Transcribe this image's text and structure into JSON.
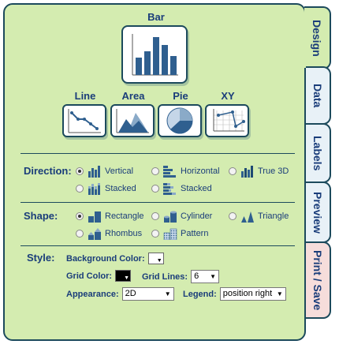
{
  "chart_types": {
    "bar": "Bar",
    "line": "Line",
    "area": "Area",
    "pie": "Pie",
    "xy": "XY"
  },
  "direction": {
    "label": "Direction:",
    "options": [
      "Vertical",
      "Horizontal",
      "True 3D",
      "Stacked",
      "Stacked"
    ],
    "selected": "Vertical"
  },
  "shape": {
    "label": "Shape:",
    "options": [
      "Rectangle",
      "Cylinder",
      "Triangle",
      "Rhombus",
      "Pattern"
    ],
    "selected": "Rectangle"
  },
  "style": {
    "label": "Style:",
    "background_color_label": "Background Color:",
    "background_color": "#ffffff",
    "grid_color_label": "Grid Color:",
    "grid_color": "#000000",
    "grid_lines_label": "Grid Lines:",
    "grid_lines_value": "6",
    "appearance_label": "Appearance:",
    "appearance_value": "2D",
    "legend_label": "Legend:",
    "legend_value": "position right"
  },
  "tabs": [
    "Design",
    "Data",
    "Labels",
    "Preview",
    "Print / Save"
  ],
  "active_tab": "Design",
  "colors": {
    "panel": "#d4ecb0",
    "border": "#1c4a5c",
    "text": "#1a3d7a",
    "icon_blue": "#2f5f8f",
    "print_tab": "#f6dddb"
  }
}
